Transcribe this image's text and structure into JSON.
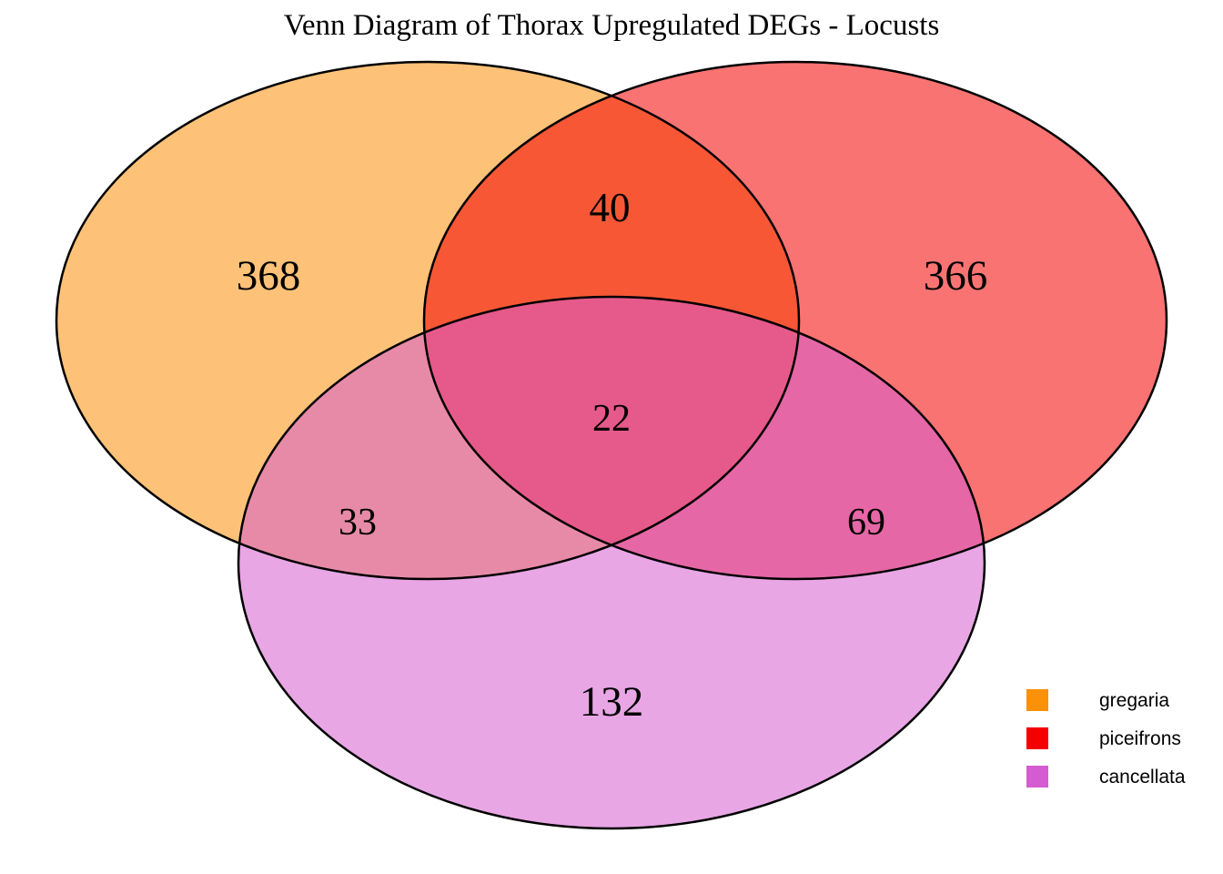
{
  "title": "Venn Diagram of Thorax Upregulated DEGs - Locusts",
  "colors": {
    "gregaria": "#FB9009",
    "piceifrons": "#F40000",
    "cancellata": "#D55CD0",
    "outline": "#000000",
    "background": "#FFFFFF"
  },
  "legend": {
    "items": [
      {
        "label": "gregaria",
        "color": "#FB9009"
      },
      {
        "label": "piceifrons",
        "color": "#F40000"
      },
      {
        "label": "cancellata",
        "color": "#D55CD0"
      }
    ],
    "position": "bottom-right"
  },
  "chart_data": {
    "type": "venn",
    "title": "Venn Diagram of Thorax Upregulated DEGs - Locusts",
    "sets": [
      "gregaria",
      "piceifrons",
      "cancellata"
    ],
    "regions": {
      "gregaria_only": 368,
      "piceifrons_only": 366,
      "cancellata_only": 132,
      "gregaria_piceifrons": 40,
      "gregaria_cancellata": 33,
      "piceifrons_cancellata": 69,
      "all_three": 22
    },
    "legend_entries": [
      "gregaria",
      "piceifrons",
      "cancellata"
    ],
    "layout": {
      "fill_alpha": 0.55,
      "outline_color": "#000000",
      "legend_position": "bottom-right",
      "grid": false
    }
  }
}
